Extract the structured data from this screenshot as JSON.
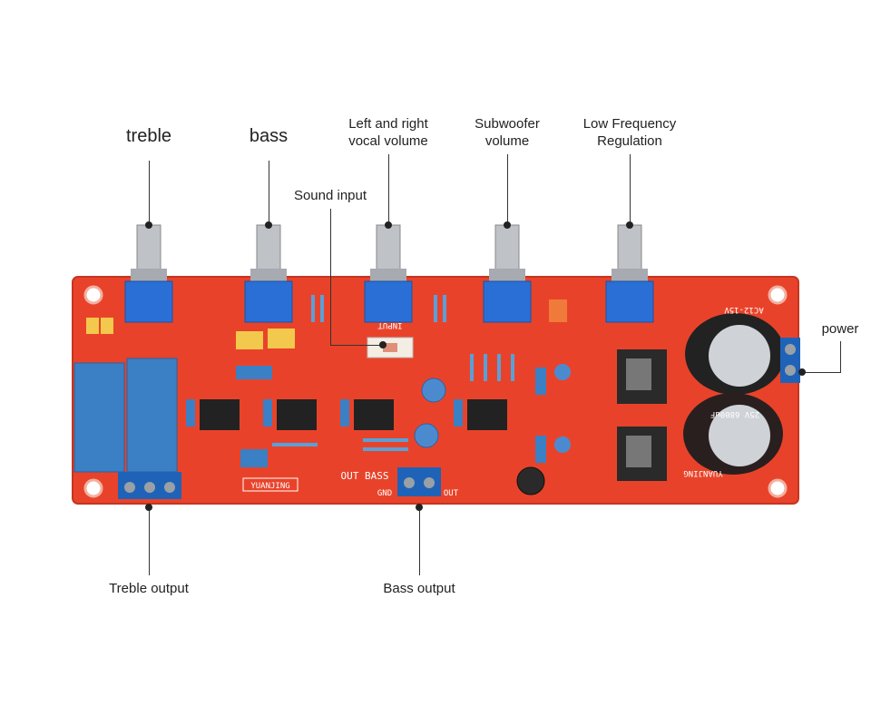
{
  "labels": {
    "treble": "treble",
    "bass": "bass",
    "left_right_volume_line1": "Left and right",
    "left_right_volume_line2": "vocal volume",
    "sound_input": "Sound input",
    "subwoofer_volume_line1": "Subwoofer",
    "subwoofer_volume_line2": "volume",
    "low_freq_line1": "Low Frequency",
    "low_freq_line2": "Regulation",
    "power": "power",
    "treble_output": "Treble output",
    "bass_output": "Bass output"
  },
  "board_text": {
    "brand_left": "YUANJING",
    "brand_right": "YUANJING",
    "out_bass": "OUT BASS",
    "gnd": "GND",
    "out": "OUT",
    "input": "INPUT",
    "ac": "AC12-15V",
    "cap_rating": "25V 6800uF"
  },
  "colors": {
    "pcb": "#e8432a",
    "pot_blue": "#2a6fd6",
    "cap_blue": "#3b7fc4",
    "terminal_blue": "#1f63b8"
  }
}
